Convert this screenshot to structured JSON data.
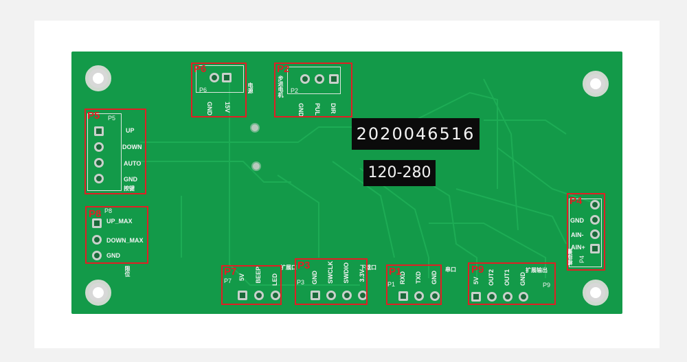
{
  "pcb": {
    "serial_label": "2020046516",
    "model_label": "120-280"
  },
  "connectors": {
    "p6": {
      "tag": "P6",
      "silk": "P6",
      "pins": [
        "GND",
        "15V"
      ],
      "cn": "电源"
    },
    "p2": {
      "tag": "P2",
      "silk": "P2",
      "pins": [
        "GND",
        "PUL",
        "DIR"
      ],
      "cn": "步进电机"
    },
    "p5": {
      "tag": "P5",
      "silk": "P5",
      "pins": [
        "UP",
        "DOWN",
        "AUTO",
        "GND"
      ],
      "cn": "按键"
    },
    "p8": {
      "tag": "P8",
      "silk": "P8",
      "pins": [
        "UP_MAX",
        "DOWN_MAX",
        "GND"
      ],
      "cn": "限位"
    },
    "p4": {
      "tag": "P4",
      "silk": "P4",
      "pins": [
        "",
        "GND",
        "AIN-",
        "AIN+"
      ],
      "cn": "模拟量"
    },
    "p7": {
      "tag": "P7",
      "silk": "P7",
      "pins": [
        "5V",
        "BEEP",
        "LED"
      ],
      "cn": "扩展口"
    },
    "p3": {
      "tag": "P3",
      "silk": "P3",
      "pins": [
        "GND",
        "SWCLK",
        "SWDIO",
        "3.3V"
      ],
      "cn": "下载口"
    },
    "p1": {
      "tag": "P1",
      "silk": "P1",
      "pins": [
        "RXD",
        "TXD",
        "GND"
      ],
      "cn": "串口"
    },
    "p9": {
      "tag": "P9",
      "silk": "P9",
      "pins": [
        "5V",
        "OUT2",
        "OUT1",
        "GND"
      ],
      "cn": "扩展输出"
    }
  },
  "colors": {
    "pcb": "#139a49",
    "highlight": "#e21e24",
    "silkscreen": "#f4f4f4"
  }
}
